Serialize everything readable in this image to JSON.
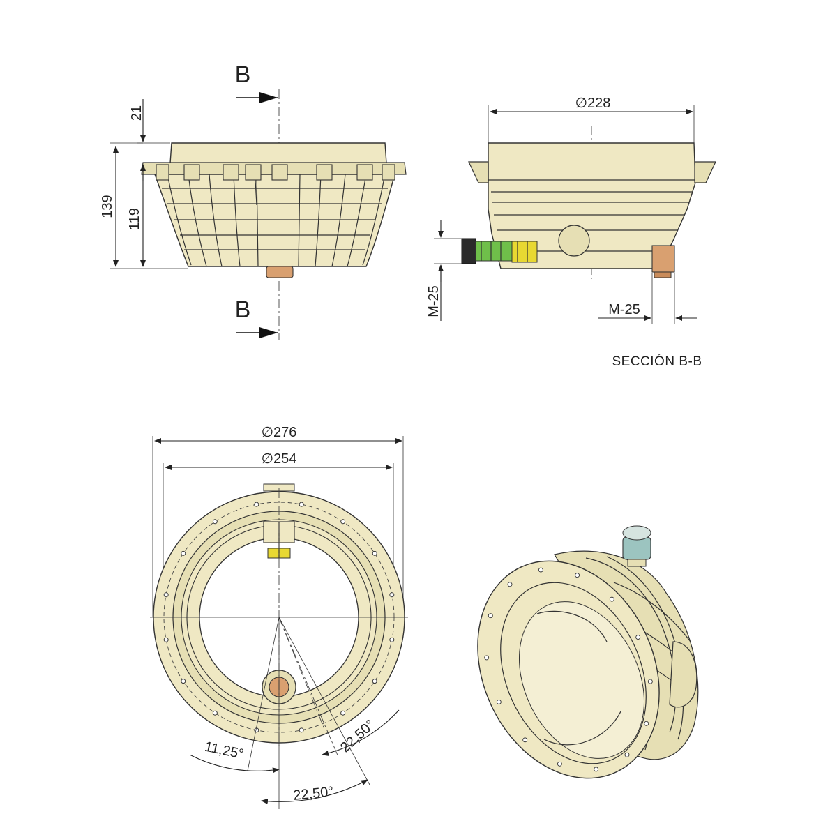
{
  "section_markers": {
    "top": "B",
    "bottom": "B"
  },
  "front_view": {
    "dim_top": "21",
    "dim_total": "139",
    "dim_body": "119"
  },
  "section_view": {
    "dim_diameter": "∅228",
    "thread_left": "M-25",
    "thread_right": "M-25",
    "caption": "SECCIÓN B-B"
  },
  "plan_view": {
    "dim_outer": "∅276",
    "dim_inner": "∅254",
    "angle_left": "11,25°",
    "angle_right": "22,50°",
    "angle_bottom": "22,50°"
  },
  "colors": {
    "body": "#efe8c3",
    "copper": "#d9a070",
    "green": "#6fbf4a",
    "yellow": "#e8d832",
    "cap": "#9cc4c0"
  }
}
